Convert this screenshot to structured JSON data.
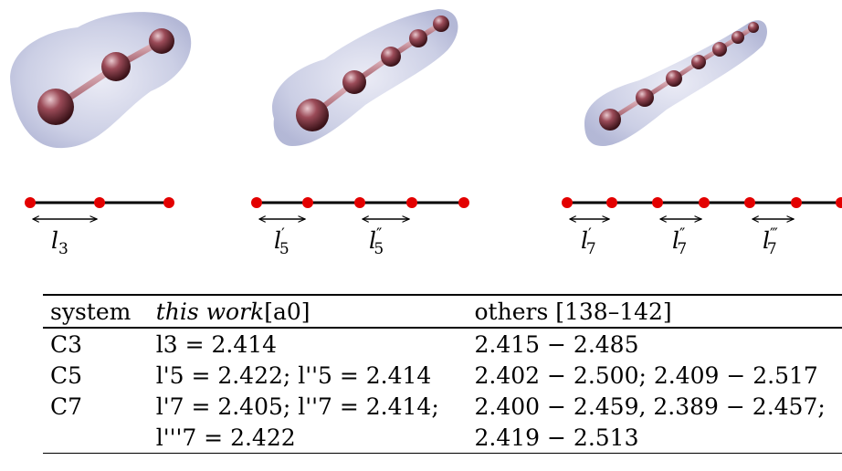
{
  "molecules": [
    {
      "name": "C3",
      "atoms": 3
    },
    {
      "name": "C5",
      "atoms": 5
    },
    {
      "name": "C7",
      "atoms": 7
    }
  ],
  "chain_labels": {
    "c3": [
      "l3"
    ],
    "c5": [
      "l'5",
      "l''5"
    ],
    "c7": [
      "l'7",
      "l''7",
      "l'''7"
    ]
  },
  "colors": {
    "atom_red": "#e30000",
    "bond_black": "#000000",
    "sphere": "#7a3440",
    "cloud": "#b3b8d8"
  },
  "table": {
    "headers": {
      "system": "system",
      "this_work": "this work",
      "unit": "[a0]",
      "others": "others [138–142]"
    },
    "rows": [
      {
        "system": "C3",
        "this_work": "l3 = 2.414",
        "others": "2.415 − 2.485"
      },
      {
        "system": "C5",
        "this_work": "l'5 = 2.422; l''5 = 2.414",
        "others": "2.402 − 2.500; 2.409 − 2.517"
      },
      {
        "system": "C7",
        "this_work": "l'7 = 2.405; l''7 = 2.414;",
        "others": "2.400 − 2.459, 2.389 − 2.457;"
      },
      {
        "system": "",
        "this_work": "l'''7 = 2.422",
        "others": "2.419 − 2.513"
      }
    ]
  }
}
